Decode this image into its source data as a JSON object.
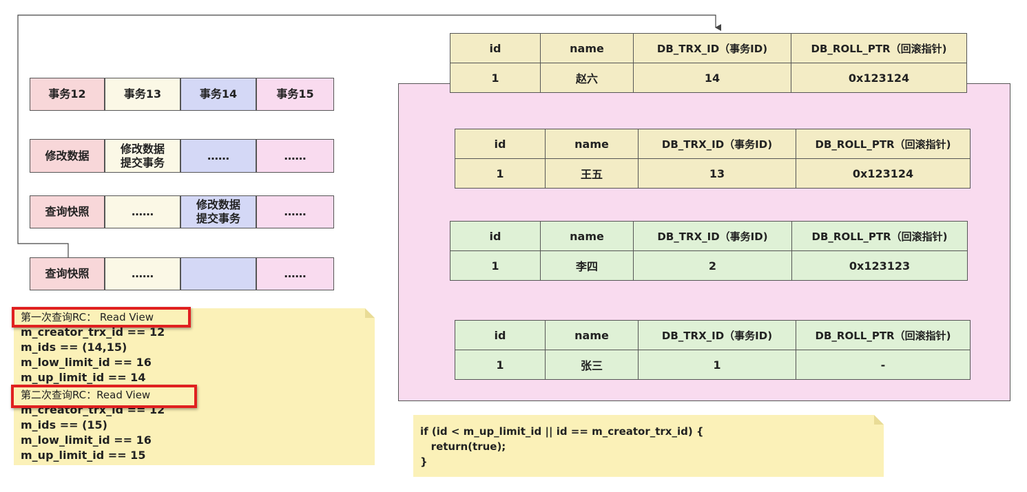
{
  "transactions": {
    "headers": [
      "事务12",
      "事务13",
      "事务14",
      "事务15"
    ],
    "rows": [
      [
        "修改数据",
        "修改数据\n提交事务",
        "……",
        "……"
      ],
      [
        "查询快照",
        "……",
        "修改数据\n提交事务",
        "……"
      ],
      [
        "查询快照",
        "……",
        "",
        "……"
      ]
    ]
  },
  "read_view_note": {
    "lines": [
      "第一次查询RC： Read View",
      "m_creator_trx_id == 12",
      "m_ids ==   (14,15)",
      "m_low_limit_id == 16",
      "m_up_limit_id == 14",
      "第二次查询RC：Read View",
      "m_creator_trx_id == 12",
      "m_ids ==   (15)",
      "m_low_limit_id == 16",
      "m_up_limit_id == 15"
    ]
  },
  "version_chain": {
    "columns": [
      "id",
      "name",
      "DB_TRX_ID（事务ID)",
      "DB_ROLL_PTR（回滚指针)"
    ],
    "records": [
      {
        "values": [
          "1",
          "赵六",
          "14",
          "0x123124"
        ]
      },
      {
        "values": [
          "1",
          "王五",
          "13",
          "0x123124"
        ]
      },
      {
        "values": [
          "1",
          "李四",
          "2",
          "0x123123"
        ]
      },
      {
        "values": [
          "1",
          "张三",
          "1",
          "-"
        ]
      }
    ]
  },
  "code_note": {
    "lines": [
      "if (id < m_up_limit_id || id == m_creator_trx_id) {",
      "   return(true);",
      "}"
    ]
  },
  "colors": {
    "pink": "#f8d7d9",
    "cream": "#fbf8e6",
    "lavender": "#d4d8f6",
    "light_pink": "#f9dbef",
    "panel_pink": "#f9dbef",
    "table_yellow": "#f3ecc5",
    "table_green": "#dff1d6",
    "note_yellow": "#fbf1b8"
  }
}
